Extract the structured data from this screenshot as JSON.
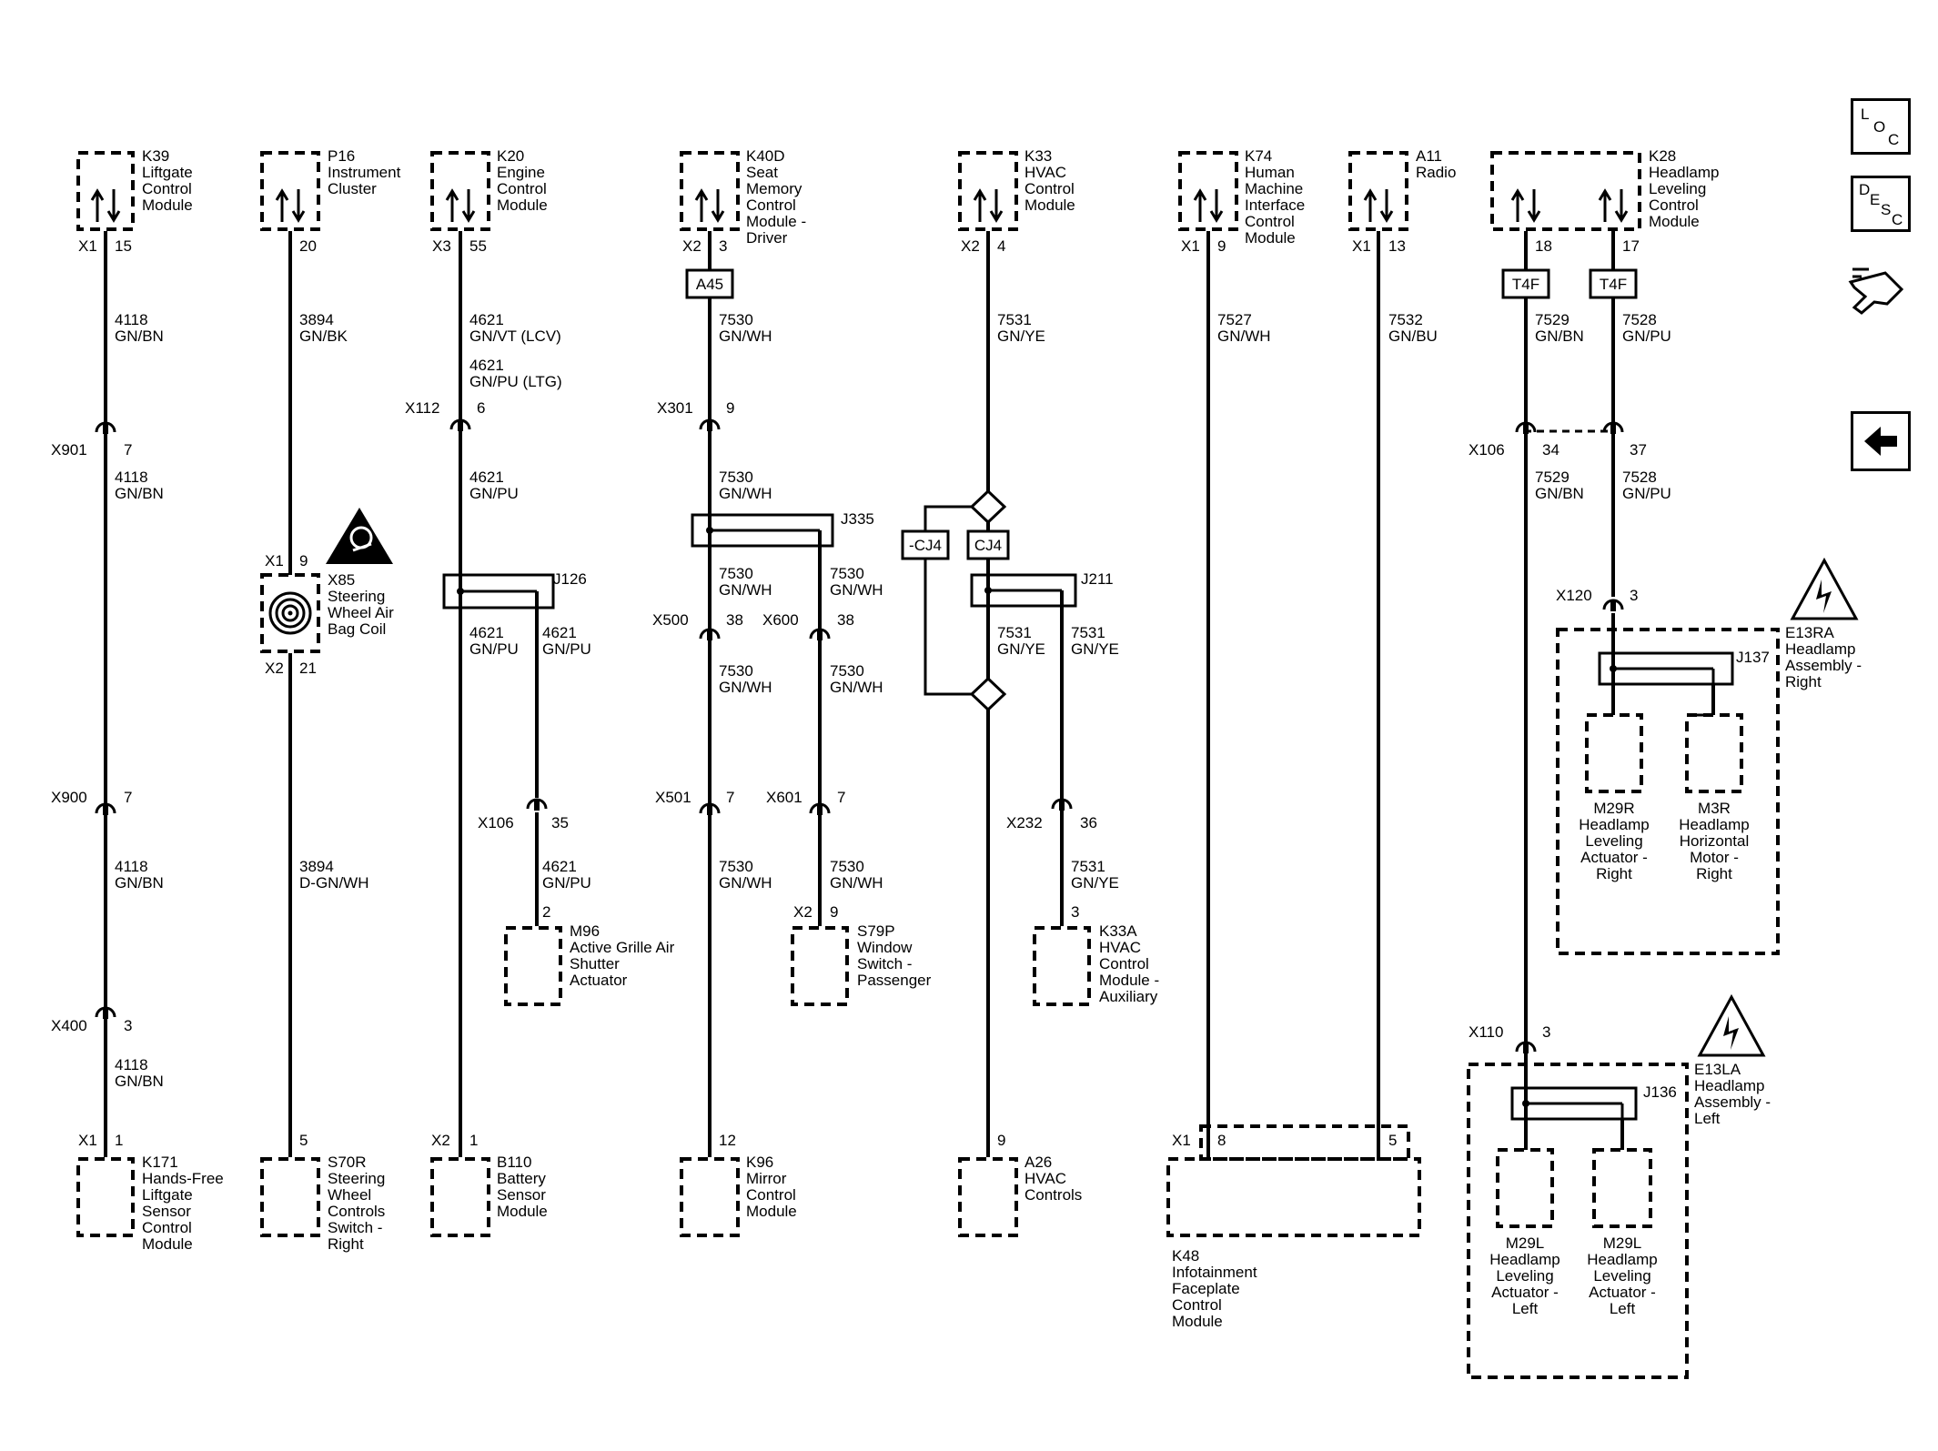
{
  "nav": {
    "loc": [
      "L",
      "O",
      "C"
    ],
    "desc": [
      "D",
      "E",
      "S",
      "C"
    ]
  },
  "modules": {
    "k39": [
      "K39",
      "Liftgate",
      "Control",
      "Module"
    ],
    "p16": [
      "P16",
      "Instrument",
      "Cluster"
    ],
    "k20": [
      "K20",
      "Engine",
      "Control",
      "Module"
    ],
    "k40d": [
      "K40D",
      "Seat",
      "Memory",
      "Control",
      "Module -",
      "Driver"
    ],
    "k33": [
      "K33",
      "HVAC",
      "Control",
      "Module"
    ],
    "k74": [
      "K74",
      "Human",
      "Machine",
      "Interface",
      "Control",
      "Module"
    ],
    "a11": [
      "A11",
      "Radio"
    ],
    "k28": [
      "K28",
      "Headlamp",
      "Leveling",
      "Control",
      "Module"
    ],
    "x85": [
      "X85",
      "Steering",
      "Wheel Air",
      "Bag Coil"
    ],
    "m96": [
      "M96",
      "Active Grille Air",
      "Shutter",
      "Actuator"
    ],
    "s79p": [
      "S79P",
      "Window",
      "Switch -",
      "Passenger"
    ],
    "k33a": [
      "K33A",
      "HVAC",
      "Control",
      "Module -",
      "Auxiliary"
    ],
    "e13ra": [
      "E13RA",
      "Headlamp",
      "Assembly -",
      "Right"
    ],
    "m29r": [
      "M29R",
      "Headlamp",
      "Leveling",
      "Actuator -",
      "Right"
    ],
    "m3r": [
      "M3R",
      "Headlamp",
      "Horizontal",
      "Motor -",
      "Right"
    ],
    "e13la": [
      "E13LA",
      "Headlamp",
      "Assembly -",
      "Left"
    ],
    "m29l_a": [
      "M29L",
      "Headlamp",
      "Leveling",
      "Actuator -",
      "Left"
    ],
    "m29l_b": [
      "M29L",
      "Headlamp",
      "Leveling",
      "Actuator -",
      "Left"
    ],
    "k171": [
      "K171",
      "Hands-Free",
      "Liftgate",
      "Sensor",
      "Control",
      "Module"
    ],
    "s70r": [
      "S70R",
      "Steering",
      "Wheel",
      "Controls",
      "Switch -",
      "Right"
    ],
    "b110": [
      "B110",
      "Battery",
      "Sensor",
      "Module"
    ],
    "k96": [
      "K96",
      "Mirror",
      "Control",
      "Module"
    ],
    "a26": [
      "A26",
      "HVAC",
      "Controls"
    ],
    "k48": [
      "K48",
      "Infotainment",
      "Faceplate",
      "Control",
      "Module"
    ]
  },
  "pins": {
    "k39": {
      "conn": "X1",
      "pin": "15"
    },
    "p16": {
      "pin": "20"
    },
    "k20": {
      "conn": "X3",
      "pin": "55"
    },
    "k40d": {
      "conn": "X2",
      "pin": "3"
    },
    "k33": {
      "conn": "X2",
      "pin": "4"
    },
    "k74": {
      "conn": "X1",
      "pin": "9"
    },
    "a11": {
      "conn": "X1",
      "pin": "13"
    },
    "k28_a": {
      "pin": "18"
    },
    "k28_b": {
      "pin": "17"
    },
    "x85_top": {
      "conn": "X1",
      "pin": "9"
    },
    "x85_bot": {
      "conn": "X2",
      "pin": "21"
    },
    "m96": {
      "pin": "2"
    },
    "s79p": {
      "conn": "X2",
      "pin": "9"
    },
    "k33a": {
      "pin": "3"
    },
    "k171": {
      "conn": "X1",
      "pin": "1"
    },
    "s70r": {
      "pin": "5"
    },
    "b110": {
      "conn": "X2",
      "pin": "1"
    },
    "k96": {
      "pin": "12"
    },
    "a26": {
      "pin": "9"
    },
    "k48_a": {
      "conn": "X1",
      "pin": "8"
    },
    "k48_b": {
      "pin": "5"
    }
  },
  "connectors": {
    "x901": {
      "name": "X901",
      "pin": "7"
    },
    "x900": {
      "name": "X900",
      "pin": "7"
    },
    "x400": {
      "name": "X400",
      "pin": "3"
    },
    "x112": {
      "name": "X112",
      "pin": "6"
    },
    "x106_k20": {
      "name": "X106",
      "pin": "35"
    },
    "x301": {
      "name": "X301",
      "pin": "9"
    },
    "x500": {
      "name": "X500",
      "pin": "38"
    },
    "x600": {
      "name": "X600",
      "pin": "38"
    },
    "x501": {
      "name": "X501",
      "pin": "7"
    },
    "x601": {
      "name": "X601",
      "pin": "7"
    },
    "x232": {
      "name": "X232",
      "pin": "36"
    },
    "x106_hl": {
      "name": "X106",
      "pin_a": "34",
      "pin_b": "37"
    },
    "x120": {
      "name": "X120",
      "pin": "3"
    },
    "x110": {
      "name": "X110",
      "pin": "3"
    }
  },
  "inline_boxes": {
    "a45": "A45",
    "t4f_a": "T4F",
    "t4f_b": "T4F",
    "cj4_neg": "-CJ4",
    "cj4": "CJ4"
  },
  "splices": {
    "j126": "J126",
    "j335": "J335",
    "j211": "J211",
    "j137": "J137",
    "j136": "J136"
  },
  "wires": {
    "w1a": [
      "4118",
      "GN/BN"
    ],
    "w1b": [
      "4118",
      "GN/BN"
    ],
    "w1c": [
      "4118",
      "GN/BN"
    ],
    "w1d": [
      "4118",
      "GN/BN"
    ],
    "w2a": [
      "3894",
      "GN/BK"
    ],
    "w2b": [
      "3894",
      "D-GN/WH"
    ],
    "w3a": [
      "4621",
      "GN/VT (LCV)"
    ],
    "w3b": [
      "4621",
      "GN/PU (LTG)"
    ],
    "w3c": [
      "4621",
      "GN/PU"
    ],
    "w3d": [
      "4621",
      "GN/PU"
    ],
    "w3e": [
      "4621",
      "GN/PU"
    ],
    "w3f": [
      "4621",
      "GN/PU"
    ],
    "w4a": [
      "7530",
      "GN/WH"
    ],
    "w4b": [
      "7530",
      "GN/WH"
    ],
    "w4c": [
      "7530",
      "GN/WH"
    ],
    "w4d": [
      "7530",
      "GN/WH"
    ],
    "w4e": [
      "7530",
      "GN/WH"
    ],
    "w4f": [
      "7530",
      "GN/WH"
    ],
    "w4g": [
      "7530",
      "GN/WH"
    ],
    "w4h": [
      "7530",
      "GN/WH"
    ],
    "w5a": [
      "7531",
      "GN/YE"
    ],
    "w5b": [
      "7531",
      "GN/YE"
    ],
    "w5c": [
      "7531",
      "GN/YE"
    ],
    "w5d": [
      "7531",
      "GN/YE"
    ],
    "w6a": [
      "7527",
      "GN/WH"
    ],
    "w7a": [
      "7532",
      "GN/BU"
    ],
    "w8a": [
      "7529",
      "GN/BN"
    ],
    "w8b": [
      "7529",
      "GN/BN"
    ],
    "w9a": [
      "7528",
      "GN/PU"
    ],
    "w9b": [
      "7528",
      "GN/PU"
    ]
  }
}
